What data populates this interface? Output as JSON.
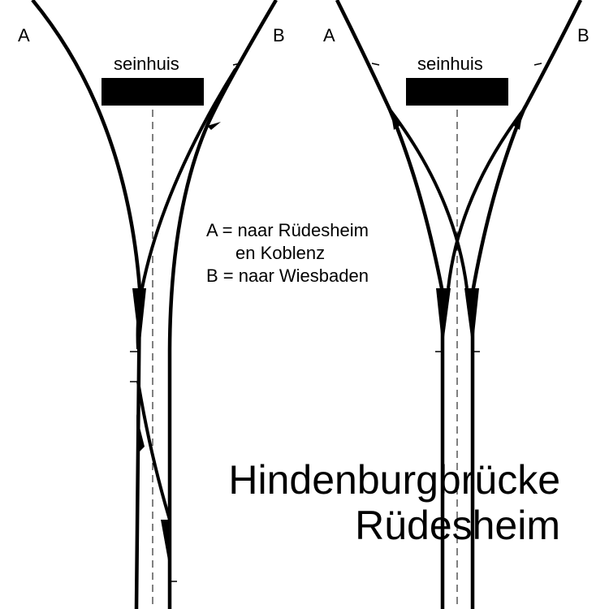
{
  "diagram": {
    "left_layout": {
      "end_a": "A",
      "end_b": "B",
      "signal_box": "seinhuis"
    },
    "right_layout": {
      "end_a": "A",
      "end_b": "B",
      "signal_box": "seinhuis"
    },
    "legend": {
      "line_1": "A = naar Rüdesheim",
      "line_2": "en Koblenz",
      "line_3": "B = naar Wiesbaden"
    },
    "title": {
      "line_1": "Hindenburgbrücke",
      "line_2": "Rüdesheim"
    },
    "colors": {
      "track": "#000000",
      "background": "#ffffff"
    }
  }
}
